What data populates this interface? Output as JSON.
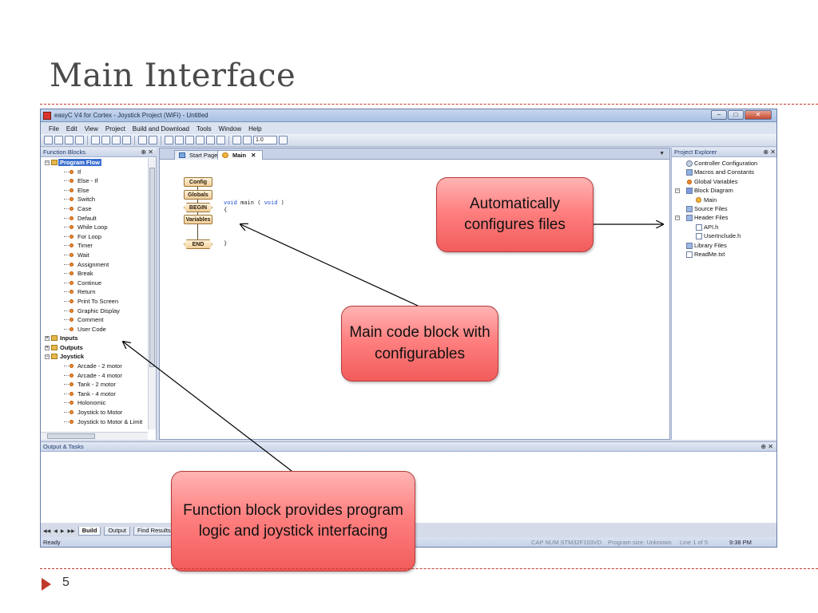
{
  "slide": {
    "title": "Main Interface",
    "number": "5"
  },
  "window": {
    "title": "easyC V4 for Cortex - Joystick Project (WiFi) - Untitled",
    "controls": [
      "–",
      "□",
      "✕"
    ]
  },
  "menubar": [
    "File",
    "Edit",
    "View",
    "Project",
    "Build and Download",
    "Tools",
    "Window",
    "Help"
  ],
  "toolbar": {
    "zoom_value": "1.0"
  },
  "function_blocks": {
    "title": "Function Blocks",
    "pin": "⊕ ✕",
    "program_flow": {
      "label": "Program Flow",
      "items": [
        "If",
        "Else - If",
        "Else",
        "Switch",
        "Case",
        "Default",
        "While Loop",
        "For Loop",
        "Timer",
        "Wait",
        "Assignment",
        "Break",
        "Continue",
        "Return",
        "Print To Screen",
        "Graphic Display",
        "Comment",
        "User Code"
      ]
    },
    "inputs": "Inputs",
    "outputs": "Outputs",
    "joystick": {
      "label": "Joystick",
      "items": [
        "Arcade - 2 motor",
        "Arcade - 4 motor",
        "Tank - 2 motor",
        "Tank - 4 motor",
        "Holonomic",
        "Joystick to Motor",
        "Joystick to Motor & Limit"
      ]
    }
  },
  "editor": {
    "tabs": [
      {
        "label": "Start Page"
      },
      {
        "label": "Main",
        "close": "✕"
      }
    ],
    "blocks": [
      "Config",
      "Globals",
      "BEGIN",
      "Variables",
      "END"
    ],
    "code": {
      "signature_kw1": "void",
      "signature_mid": " main ( ",
      "signature_kw2": "void",
      "signature_end": " )",
      "open_brace": "{",
      "close_brace": "}"
    }
  },
  "project_explorer": {
    "title": "Project Explorer",
    "pin": "⊕ ✕",
    "items": {
      "controller_configuration": "Controller Configuration",
      "macros": "Macros and Constants",
      "global_variables": "Global Variables",
      "block_diagram": "Block Diagram",
      "main": "Main",
      "source_files": "Source Files",
      "header_files": "Header Files",
      "api_h": "API.h",
      "userinclude_h": "UserInclude.h",
      "library_files": "Library Files",
      "readme": "ReadMe.txt"
    }
  },
  "output_panel": {
    "title": "Output & Tasks",
    "pin": "⊕ ✕",
    "tabs": [
      "Build",
      "Output",
      "Find Results"
    ]
  },
  "statusbar": {
    "ready": "Ready",
    "caps": "CAP  NUM  STM32F103VD",
    "program_size": "Program size: Unknown",
    "line": "Line  1  of  5",
    "time": "9:38 PM"
  },
  "callouts": {
    "auto_config": "Automatically configures files",
    "main_block": "Main code block with configurables",
    "function_block": "Function block provides program logic and joystick interfacing"
  }
}
